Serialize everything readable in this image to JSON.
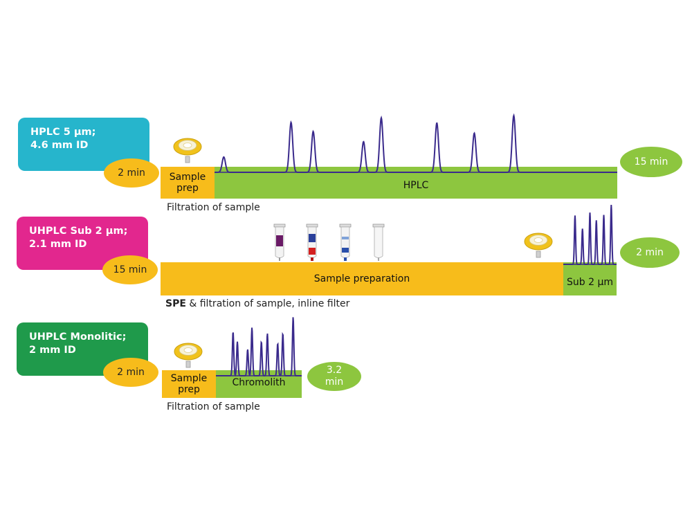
{
  "rows": [
    {
      "id": "hplc",
      "label_line1": "HPLC 5 µm;",
      "label_line2": "4.6 mm ID",
      "label_color": "#26b5cc",
      "prep_time": "2 min",
      "prep_bar_line1": "Sample",
      "prep_bar_line2": "prep",
      "run_bar": "HPLC",
      "run_time": "15 min",
      "caption": "Filtration of sample",
      "filter_icon": "syringe-filter-icon",
      "peak_positions": [
        0.023,
        0.19,
        0.245,
        0.37,
        0.414,
        0.552,
        0.645,
        0.743
      ],
      "peak_heights": [
        0.27,
        0.88,
        0.72,
        0.54,
        0.96,
        0.87,
        0.69,
        1.0
      ]
    },
    {
      "id": "uhplc-sub2",
      "label_line1": "UHPLC Sub 2 µm;",
      "label_line2": "2.1 mm ID",
      "label_color": "#e2278e",
      "prep_time": "15 min",
      "prep_bar": "Sample preparation",
      "run_bar": "Sub 2 µm",
      "run_time": "2 min",
      "caption_bold": "SPE",
      "caption_rest": " & filtration of sample, inline filter",
      "spe_icons": [
        "spe-cartridge-icon",
        "spe-cartridge-icon",
        "spe-cartridge-icon",
        "spe-cartridge-icon"
      ],
      "filter_icon": "syringe-filter-icon",
      "peak_positions": [
        0.22,
        0.36,
        0.5,
        0.62,
        0.76,
        0.9
      ],
      "peak_heights": [
        0.82,
        0.6,
        0.87,
        0.74,
        0.83,
        1.0
      ]
    },
    {
      "id": "uhplc-monolithic",
      "label_line1": "UHPLC Monolitic;",
      "label_line2": "2 mm ID",
      "label_color": "#1f9a4b",
      "prep_time": "2 min",
      "prep_bar_line1": "Sample",
      "prep_bar_line2": "prep",
      "run_bar": "Chromolith",
      "run_time_line1": "3.2",
      "run_time_line2": "min",
      "caption": "Filtration of sample",
      "filter_icon": "syringe-filter-icon",
      "peak_positions": [
        0.2,
        0.25,
        0.37,
        0.42,
        0.53,
        0.6,
        0.72,
        0.78,
        0.9
      ],
      "peak_heights": [
        0.75,
        0.58,
        0.45,
        0.82,
        0.58,
        0.72,
        0.55,
        0.72,
        1.0
      ]
    }
  ],
  "colors": {
    "orange": "#f7bc1b",
    "green": "#8dc63f",
    "trace": "#3a2a8c"
  }
}
